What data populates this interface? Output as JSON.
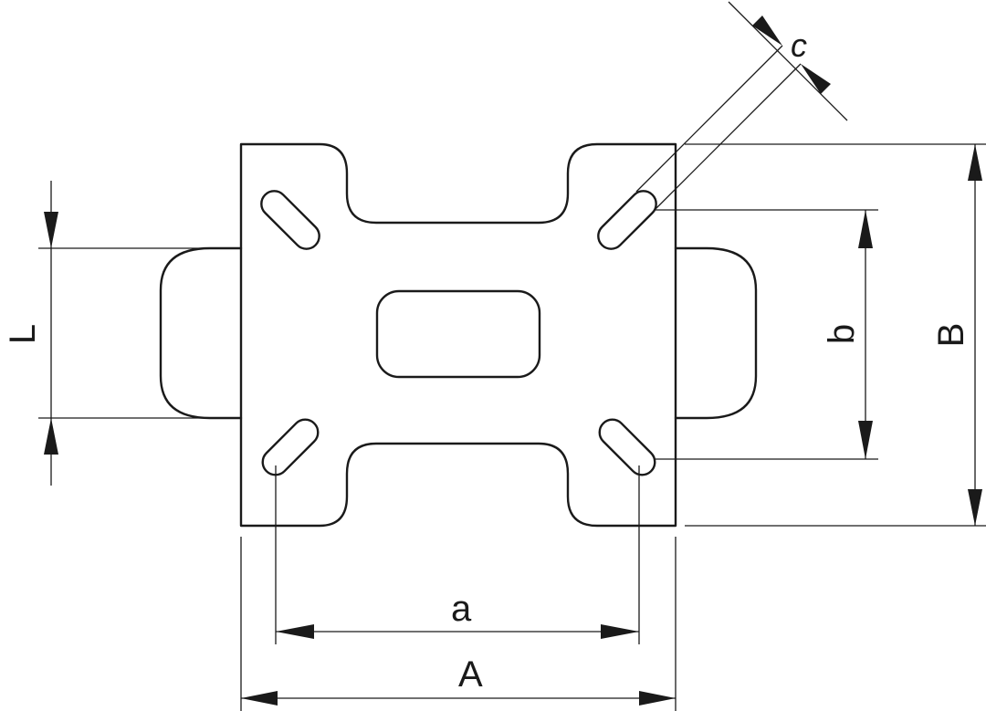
{
  "dimensions": {
    "A": "A",
    "a": "a",
    "B": "B",
    "b": "b",
    "L": "L",
    "c": "c"
  },
  "colors": {
    "line": "#1a1a1a",
    "background": "#ffffff"
  }
}
